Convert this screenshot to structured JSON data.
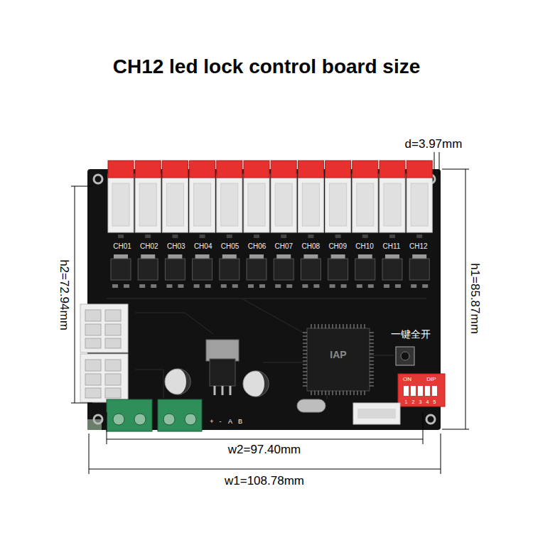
{
  "diagram": {
    "title": "CH12 led lock control board size",
    "labels": [
      "d=3.97mm",
      "CH01",
      "CH02",
      "CH03",
      "CH04",
      "CH05",
      "CH06",
      "CH07",
      "CH08",
      "CH09",
      "CH10",
      "CH11",
      "CH12",
      "h2=72.94mm",
      "h1=85.87mm",
      "一键全开",
      "ON",
      "DIP",
      "1",
      "2",
      "3",
      "4",
      "5",
      "+",
      "-",
      "A",
      "B",
      "IAP",
      "w2=97.40mm",
      "w1=108.78mm"
    ]
  }
}
